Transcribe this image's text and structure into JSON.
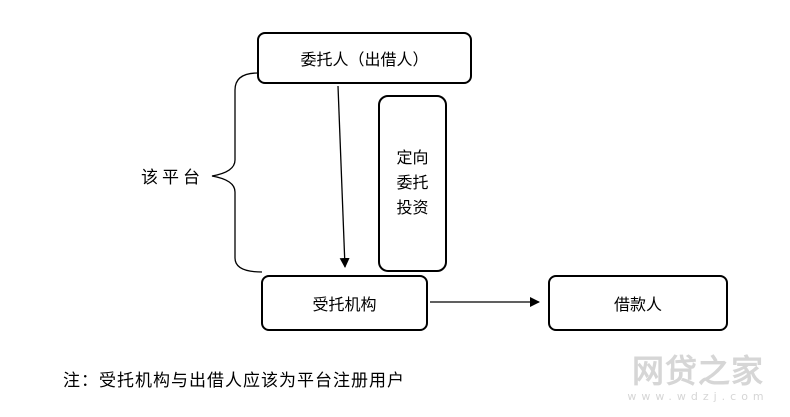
{
  "diagram": {
    "principal": "委托人（出借人）",
    "trustee": "受托机构",
    "borrower": "借款人",
    "directed_investment": [
      "定向",
      "委托",
      "投资"
    ],
    "platform_label": "该平台",
    "note": "注：受托机构与出借人应该为平台注册用户"
  },
  "watermark": {
    "main": "网贷之家",
    "sub": "www.wdzj.com"
  }
}
